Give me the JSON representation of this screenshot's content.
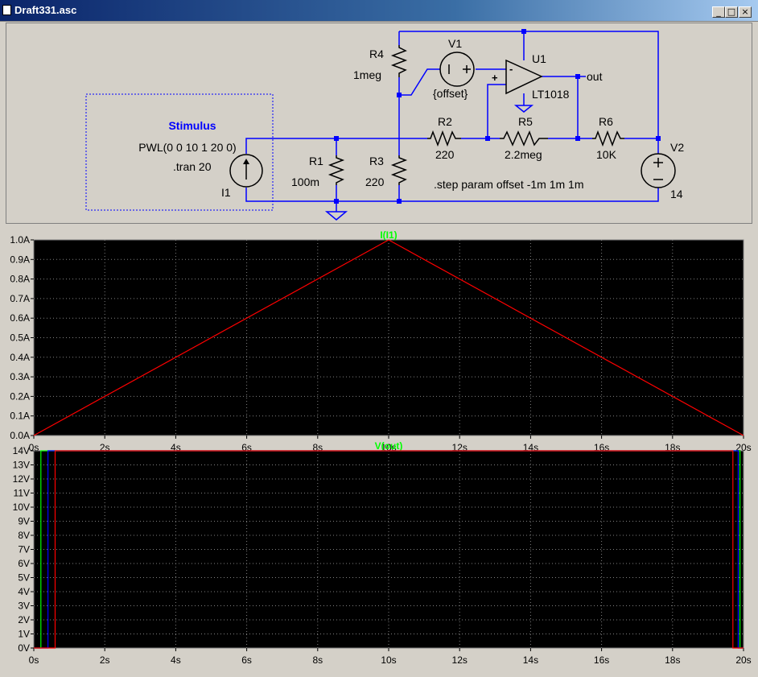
{
  "window": {
    "title": "Draft331.asc",
    "buttons": {
      "minimize": "_",
      "maximize": "□",
      "close": "×"
    }
  },
  "schematic": {
    "stimulus_box": {
      "title": "Stimulus",
      "pwl": "PWL(0 0 10 1 20 0)",
      "tran": ".tran 20"
    },
    "components": {
      "I1": {
        "name": "I1"
      },
      "R1": {
        "name": "R1",
        "value": "100m"
      },
      "R2": {
        "name": "R2",
        "value": "220"
      },
      "R3": {
        "name": "R3",
        "value": "220"
      },
      "R4": {
        "name": "R4",
        "value": "1meg"
      },
      "R5": {
        "name": "R5",
        "value": "2.2meg"
      },
      "R6": {
        "name": "R6",
        "value": "10K"
      },
      "V1": {
        "name": "V1",
        "value": "{offset}"
      },
      "V2": {
        "name": "V2",
        "value": "14"
      },
      "U1": {
        "name": "U1",
        "value": "LT1018",
        "minus": "-",
        "plus": "+"
      }
    },
    "net_label_out": "out",
    "step_directive": ".step param offset -1m 1m 1m",
    "colors": {
      "wire": "#0000ff",
      "label": "#0000ff",
      "text": "#000000"
    }
  },
  "chart_data": [
    {
      "type": "line",
      "title": "I(I1)",
      "title_color": "#00ff00",
      "x_ticks": [
        "0s",
        "2s",
        "4s",
        "6s",
        "8s",
        "10s",
        "12s",
        "14s",
        "16s",
        "18s",
        "20s"
      ],
      "y_ticks": [
        "0.0A",
        "0.1A",
        "0.2A",
        "0.3A",
        "0.4A",
        "0.5A",
        "0.6A",
        "0.7A",
        "0.8A",
        "0.9A",
        "1.0A"
      ],
      "xlim": [
        0,
        20
      ],
      "ylim": [
        0,
        1.0
      ],
      "grid": true,
      "series": [
        {
          "color": "#ff0000",
          "x": [
            0,
            10,
            20
          ],
          "y": [
            0,
            1,
            0
          ]
        }
      ]
    },
    {
      "type": "line",
      "title": "V(out)",
      "title_color": "#00ff00",
      "x_ticks": [
        "0s",
        "2s",
        "4s",
        "6s",
        "8s",
        "10s",
        "12s",
        "14s",
        "16s",
        "18s",
        "20s"
      ],
      "y_ticks": [
        "0V",
        "1V",
        "2V",
        "3V",
        "4V",
        "5V",
        "6V",
        "7V",
        "8V",
        "9V",
        "10V",
        "11V",
        "12V",
        "13V",
        "14V"
      ],
      "xlim": [
        0,
        20
      ],
      "ylim": [
        0,
        14
      ],
      "grid": true,
      "series": [
        {
          "color": "#00ff00",
          "x": [
            0,
            0.2,
            0.2,
            19.9,
            19.9,
            20
          ],
          "y": [
            0,
            0,
            14,
            14,
            0,
            0
          ]
        },
        {
          "color": "#0000ff",
          "x": [
            0,
            0.4,
            0.4,
            19.85,
            19.85,
            20
          ],
          "y": [
            0,
            0,
            14,
            14,
            0,
            0
          ]
        },
        {
          "color": "#ff0000",
          "x": [
            0,
            0.6,
            0.6,
            19.7,
            19.7,
            20
          ],
          "y": [
            0,
            0,
            14,
            14,
            0,
            0
          ]
        }
      ]
    }
  ]
}
